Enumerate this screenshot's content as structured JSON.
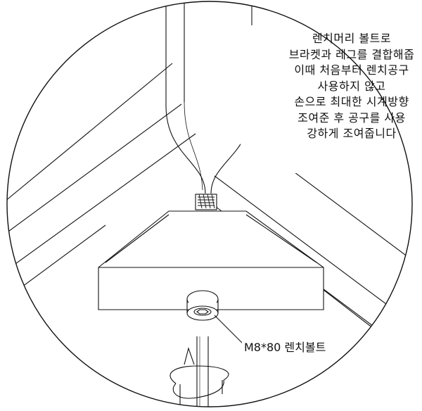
{
  "callout": {
    "lines": [
      "렌치머리 볼트로",
      "브라켓과 레그를 결합해줍",
      "이때 처음부터 렌치공구",
      "사용하지 않고",
      "손으로 최대한 시계방향",
      "조여준 후 공구를 사용",
      "강하게 조여줍니다"
    ]
  },
  "bolt_label": "M8*80 렌치볼트"
}
